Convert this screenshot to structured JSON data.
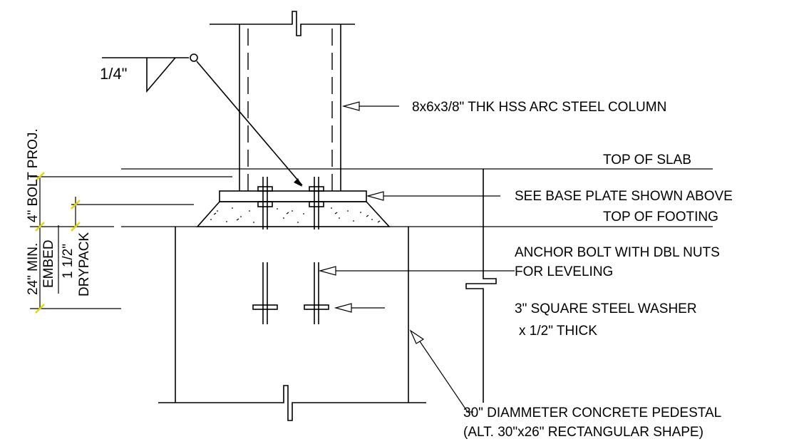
{
  "colors": {
    "line": "#000000",
    "dimension_tick": "#e6d800",
    "background": "#ffffff"
  },
  "weld": {
    "size": "1/4\""
  },
  "callouts": {
    "column": "8x6x3/8\" THK HSS ARC STEEL COLUMN",
    "top_of_slab": "TOP OF SLAB",
    "base_plate": "SEE BASE PLATE SHOWN ABOVE",
    "top_of_footing": "TOP OF FOOTING",
    "anchor_bolt_1": "ANCHOR BOLT WITH DBL NUTS",
    "anchor_bolt_2": "FOR LEVELING",
    "washer_1": "3\" SQUARE STEEL WASHER",
    "washer_2": "x 1/2\" THICK",
    "pedestal_1": "30\" DIAMMETER CONCRETE PEDESTAL",
    "pedestal_2": "(ALT. 30\"x26\" RECTANGULAR SHAPE)"
  },
  "dimensions": {
    "bolt_proj": "4\" BOLT PROJ.",
    "embed_1": "24\" MIN.",
    "embed_2": "EMBED",
    "drypack_1": "1 1/2\"",
    "drypack_2": "DRYPACK"
  }
}
